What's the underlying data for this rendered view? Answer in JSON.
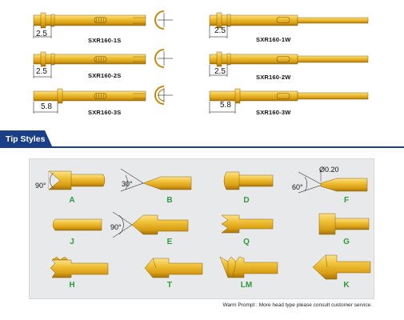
{
  "probes": [
    {
      "model": "SXR160-1S",
      "dimension": "2.5"
    },
    {
      "model": "SXR160-2S",
      "dimension": "2.5"
    },
    {
      "model": "SXR160-3S",
      "dimension": "5.8"
    },
    {
      "model": "SXR160-1W",
      "dimension": "2.5"
    },
    {
      "model": "SXR160-2W",
      "dimension": "2.5"
    },
    {
      "model": "SXR160-3W",
      "dimension": "5.8"
    }
  ],
  "section": {
    "title": "Tip Styles"
  },
  "tips": [
    {
      "code": "A",
      "annotation": "90°"
    },
    {
      "code": "B",
      "annotation": "30°"
    },
    {
      "code": "D",
      "annotation": ""
    },
    {
      "code": "F",
      "annotation": "60°",
      "annotation2": "Ø0.20"
    },
    {
      "code": "J",
      "annotation": ""
    },
    {
      "code": "E",
      "annotation": "90°"
    },
    {
      "code": "Q",
      "annotation": ""
    },
    {
      "code": "G",
      "annotation": ""
    },
    {
      "code": "H",
      "annotation": ""
    },
    {
      "code": "T",
      "annotation": ""
    },
    {
      "code": "LM",
      "annotation": ""
    },
    {
      "code": "K",
      "annotation": ""
    }
  ],
  "footer": {
    "note": "Warm Prompt : More head type please consult customer service."
  },
  "colors": {
    "gold": "#e8b21e",
    "gold_dark": "#b07d0c",
    "label_green": "#2e9a3b",
    "section_blue": "#1a3f86",
    "panel_bg": "#e8e9ea"
  }
}
